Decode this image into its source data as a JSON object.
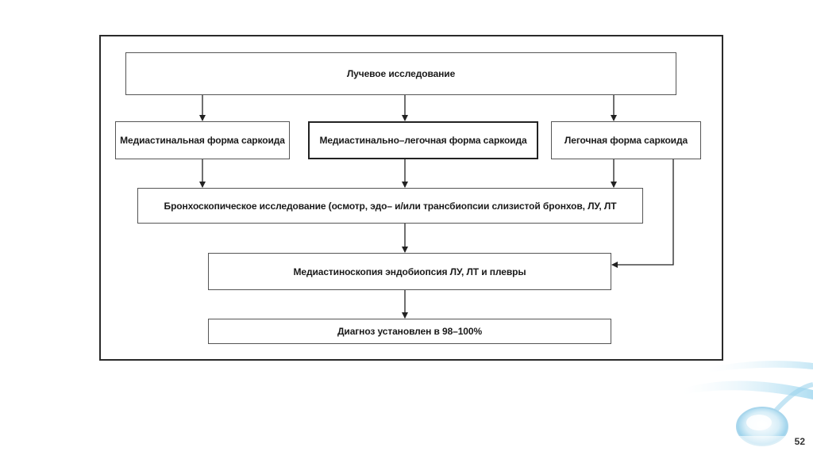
{
  "slide": {
    "page_number": "52"
  },
  "diagram": {
    "nodes": {
      "radiology": "Лучевое исследование",
      "mediastinal": "Медиастинальная форма саркоида",
      "mediastinal_pulmonary": "Медиастинально–легочная форма саркоида",
      "pulmonary": "Легочная форма саркоида",
      "bronchoscopy": "Бронхоскопическое исследование (осмотр, эдо– и/или трансбиопсии слизистой бронхов, ЛУ, ЛТ",
      "mediastinoscopy": "Медиастиноскопия эндобиопсия ЛУ, ЛТ и плевры",
      "diagnosis": "Диагноз установлен в 98–100%"
    },
    "edges": [
      [
        "radiology",
        "mediastinal"
      ],
      [
        "radiology",
        "mediastinal_pulmonary"
      ],
      [
        "radiology",
        "pulmonary"
      ],
      [
        "mediastinal",
        "bronchoscopy"
      ],
      [
        "mediastinal_pulmonary",
        "bronchoscopy"
      ],
      [
        "pulmonary",
        "bronchoscopy"
      ],
      [
        "pulmonary",
        "mediastinoscopy"
      ],
      [
        "bronchoscopy",
        "mediastinoscopy"
      ],
      [
        "mediastinoscopy",
        "diagnosis"
      ]
    ]
  },
  "colors": {
    "frame": "#2a2a2a",
    "box_border": "#555555",
    "text": "#1a1a1a",
    "decor_blue": "#7fc3e3"
  }
}
